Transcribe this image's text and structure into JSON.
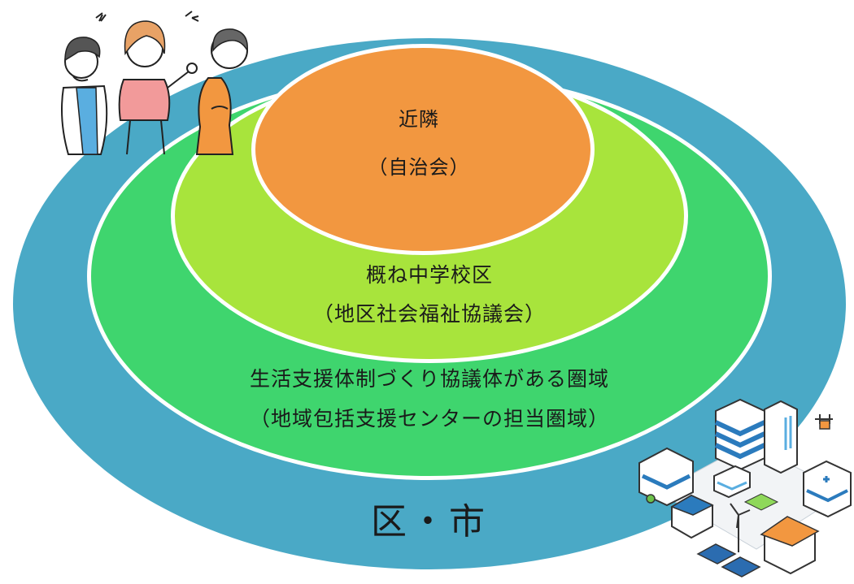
{
  "colors": {
    "outer_ring": "#4aa9c6",
    "ring3": "#3fd56e",
    "ring2": "#a8e43c",
    "center": "#f29740",
    "border": "#ffffff"
  },
  "rings": {
    "city": {
      "label": "区・市"
    },
    "support_area": {
      "line1": "生活支援体制づくり協議体がある圏域",
      "line2": "（地域包括支援センターの担当圏域）"
    },
    "school_district": {
      "line1": "概ね中学校区",
      "line2": "（地区社会福祉協議会）"
    },
    "neighborhood": {
      "line1": "近隣",
      "line2": "（自治会）"
    }
  },
  "illustrations": {
    "people": {
      "icon": "people-chatting-illustration"
    },
    "city": {
      "icon": "city-buildings-illustration"
    }
  }
}
